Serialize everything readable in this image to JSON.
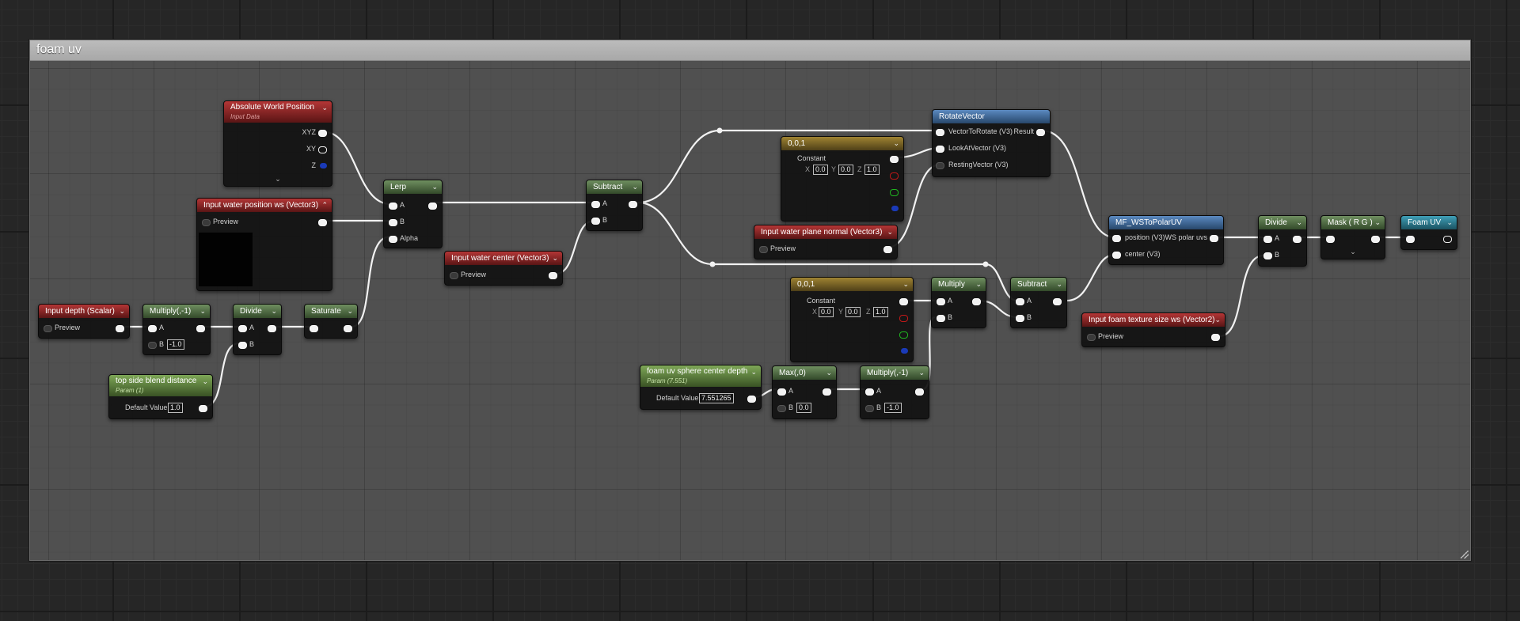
{
  "comment": {
    "title": "foam uv"
  },
  "nodes": {
    "absolute_world_position": {
      "title": "Absolute World Position",
      "subtitle": "Input Data",
      "out_xyz": "XYZ",
      "out_xy": "XY",
      "out_z": "Z"
    },
    "input_water_position": {
      "title": "Input water position ws (Vector3)",
      "preview": "Preview"
    },
    "input_depth": {
      "title": "Input depth (Scalar)",
      "preview": "Preview"
    },
    "multiply_neg1_a": {
      "title": "Multiply(,-1)",
      "pin_a": "A",
      "pin_b": "B",
      "b_value": "-1.0"
    },
    "divide_1": {
      "title": "Divide",
      "pin_a": "A",
      "pin_b": "B"
    },
    "saturate": {
      "title": "Saturate"
    },
    "top_side_blend": {
      "title": "top side blend distance",
      "subtitle": "Param (1)",
      "default_label": "Default Value",
      "default_value": "1.0"
    },
    "lerp": {
      "title": "Lerp",
      "pin_a": "A",
      "pin_b": "B",
      "pin_alpha": "Alpha"
    },
    "input_water_center": {
      "title": "Input water center (Vector3)",
      "preview": "Preview"
    },
    "subtract_1": {
      "title": "Subtract",
      "pin_a": "A",
      "pin_b": "B"
    },
    "constant_001_a": {
      "title": "0,0,1",
      "label": "Constant",
      "x_label": "X",
      "x_value": "0.0",
      "y_label": "Y",
      "y_value": "0.0",
      "z_label": "Z",
      "z_value": "1.0"
    },
    "input_water_plane_normal": {
      "title": "Input water plane normal (Vector3)",
      "preview": "Preview"
    },
    "rotate_vector": {
      "title": "RotateVector",
      "pin_rotate": "VectorToRotate (V3)",
      "pin_lookat": "LookAtVector (V3)",
      "pin_resting": "RestingVector (V3)",
      "out_result": "Result"
    },
    "constant_001_b": {
      "title": "0,0,1",
      "label": "Constant",
      "x_label": "X",
      "x_value": "0.0",
      "y_label": "Y",
      "y_value": "0.0",
      "z_label": "Z",
      "z_value": "1.0"
    },
    "multiply_1": {
      "title": "Multiply",
      "pin_a": "A",
      "pin_b": "B"
    },
    "subtract_2": {
      "title": "Subtract",
      "pin_a": "A",
      "pin_b": "B"
    },
    "foam_uv_sphere": {
      "title": "foam uv sphere center depth",
      "subtitle": "Param (7.551)",
      "default_label": "Default Value",
      "default_value": "7.551265"
    },
    "max_0": {
      "title": "Max(,0)",
      "pin_a": "A",
      "pin_b": "B",
      "b_value": "0.0"
    },
    "multiply_neg1_b": {
      "title": "Multiply(,-1)",
      "pin_a": "A",
      "pin_b": "B",
      "b_value": "-1.0"
    },
    "mf_ws_to_polar": {
      "title": "MF_WSToPolarUV",
      "pin_position": "position (V3)",
      "pin_center": "center (V3)",
      "out_ws": "WS polar uvs"
    },
    "input_foam_texture": {
      "title": "Input foam texture size ws (Vector2)",
      "preview": "Preview"
    },
    "divide_2": {
      "title": "Divide",
      "pin_a": "A",
      "pin_b": "B"
    },
    "mask_rg": {
      "title": "Mask ( R G )"
    },
    "foam_uv": {
      "title": "Foam UV"
    }
  },
  "colors": {
    "param_header": "#7ea757",
    "input_header": "#b43636",
    "constant_header": "#9f8332",
    "function_header": "#5b8ac1",
    "math_header": "#6f8f60",
    "output_header": "#3fa0b8",
    "wire": "#f2f2f2"
  }
}
